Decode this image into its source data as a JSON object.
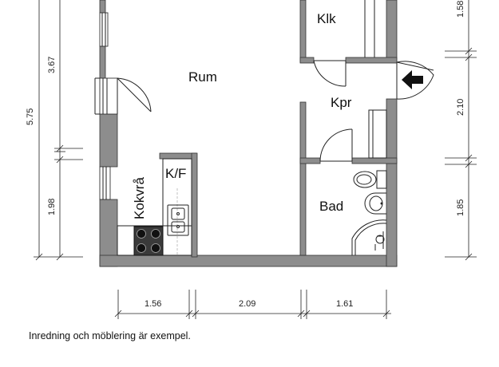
{
  "rooms": {
    "rum": "Rum",
    "klk": "Klk",
    "kpr": "Kpr",
    "bad": "Bad",
    "kf": "K/F",
    "kokvra": "Kokvrå"
  },
  "dimensions": {
    "left_total": "5.75",
    "left_upper": "3.67",
    "left_lower": "1.98",
    "right_top": "1.58",
    "right_middle": "2.10",
    "right_bottom": "1.85",
    "bottom_left": "1.56",
    "bottom_middle": "2.09",
    "bottom_right": "1.61"
  },
  "note": "Inredning och möblering är exempel."
}
